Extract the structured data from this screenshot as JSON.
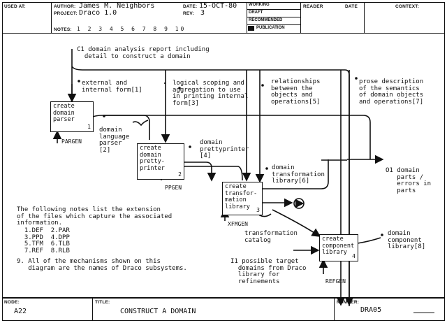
{
  "header": {
    "used_at_label": "USED AT:",
    "author_label": "AUTHOR:",
    "author": "James M. Neighbors",
    "project_label": "PROJECT:",
    "project": "Draco 1.0",
    "date_label": "DATE:",
    "date": "15-OCT-80",
    "rev_label": "REV:",
    "rev": "3",
    "notes_label": "NOTES:",
    "notes": "1 2 3 4 5 6 7 8 9 10",
    "status": [
      "WORKING",
      "DRAFT",
      "RECOMMENDED",
      "PUBLICATION"
    ],
    "reader_label": "READER",
    "date2_label": "DATE",
    "context_label": "CONTEXT:"
  },
  "diagram": {
    "input_c1": "C1 domain analysis report including\n  detail to construct a domain",
    "control_ext": "external and\ninternal form[1]",
    "control_logical": "logical scoping and\naggregation to use\nin printing internal\nform[3]",
    "control_rel": "relationships\nbetween the\nobjects and\noperations[5]",
    "control_prose": "prose description\nof the semantics\nof domain objects\nand operations[7]",
    "label_parser": "domain\nlanguage\nparser\n[2]",
    "label_pretty": "domain\nprettyprinter\n[4]",
    "label_tlib": "domain\ntransformation\nlibrary[6]",
    "label_catalog": "transformation\ncatalog",
    "label_i1": "I1 possible target\n  domains from Draco\n  library for\n  refinements",
    "output_o1": "O1 domain\n   parts /\n   errors in\n   parts",
    "label_clib": "domain\ncomponent\nlibrary[8]",
    "notes_intro": "The following notes list the extension\nof the files which capture the associated\ninformation.",
    "file_notes": "  1.DEF  2.PAR\n  3.PPD  4.DPP\n  5.TFM  6.TLB\n  7.REF  8.RLB",
    "note9": "9. All of the mechanisms shown on this\n   diagram are the names of Draco subsystems.",
    "boxes": [
      {
        "label": "create\ndomain\nparser",
        "num": "1",
        "mech": "PARGEN"
      },
      {
        "label": "create\ndomain\npretty-\nprinter",
        "num": "2",
        "mech": "PPGEN"
      },
      {
        "label": "create\ntransfor-\nmation\nlibrary",
        "num": "3",
        "mech": "XFMGEN"
      },
      {
        "label": "create\ncomponent\nlibrary",
        "num": "4",
        "mech": "REFGEN"
      }
    ]
  },
  "footer": {
    "node_label": "NODE:",
    "node": "A22",
    "title_label": "TITLE:",
    "title": "CONSTRUCT A DOMAIN",
    "number_label": "NUMBER:",
    "number": "DRA05"
  }
}
